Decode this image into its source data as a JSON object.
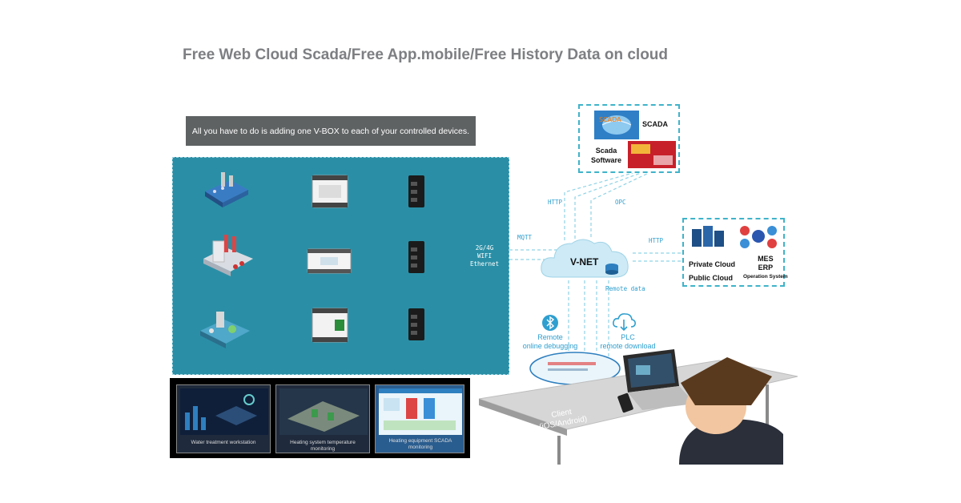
{
  "title": "Free Web Cloud Scada/Free App.mobile/Free History Data on cloud",
  "banner": "All you have to do is adding one V-BOX to each of your controlled devices.",
  "panel": {
    "connectivity": [
      "2G/4G",
      "WIFI",
      "Ethernet"
    ]
  },
  "protocols": {
    "http_top": "HTTP",
    "opc": "OPC",
    "mqtt": "MQTT",
    "http_right": "HTTP"
  },
  "cloud": {
    "name": "V-NET",
    "remote_data": "Remote data"
  },
  "scada": {
    "title": "SCADA",
    "software_line1": "Scada",
    "software_line2": "Software"
  },
  "cloud_box": {
    "private": "Private Cloud",
    "public": "Public Cloud",
    "mes": "MES",
    "erp": "ERP",
    "ops": "Operation System"
  },
  "remote_debug": {
    "line1": "Remote",
    "line2": "online debugging"
  },
  "plc_download": {
    "line1": "PLC",
    "line2": "remote download"
  },
  "client": {
    "line1": "Client",
    "line2": "(iOS/Android)"
  },
  "screenshots": [
    {
      "caption": "Water treatment workstation"
    },
    {
      "caption": "Heating system temperature monitoring"
    },
    {
      "caption_line1": "Heating equipment SCADA",
      "caption_line2": "monitoring"
    }
  ],
  "colors": {
    "panel": "#2a8fa6",
    "accent": "#2e9fcf",
    "banner": "#5f6263",
    "title": "#7d7f82"
  }
}
